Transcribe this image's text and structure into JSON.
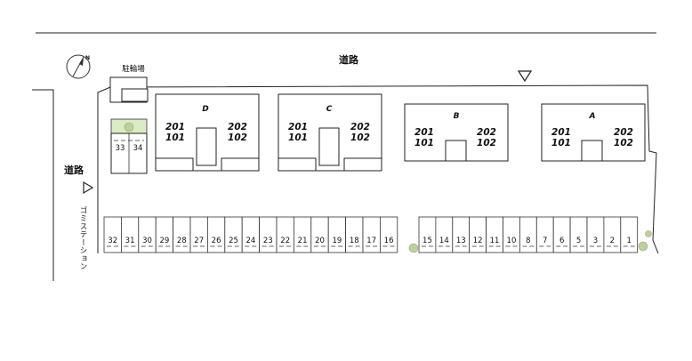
{
  "labels": {
    "road_top": "道路",
    "road_left": "道路",
    "bike_parking": "駐輪場",
    "garbage_station": "ゴミステーション",
    "compass_letter": "N"
  },
  "buildings": [
    {
      "name": "D",
      "units_top": [
        "201",
        "202"
      ],
      "units_bottom": [
        "101",
        "102"
      ]
    },
    {
      "name": "C",
      "units_top": [
        "201",
        "202"
      ],
      "units_bottom": [
        "101",
        "102"
      ]
    },
    {
      "name": "B",
      "units_top": [
        "201",
        "202"
      ],
      "units_bottom": [
        "101",
        "102"
      ]
    },
    {
      "name": "A",
      "units_top": [
        "201",
        "202"
      ],
      "units_bottom": [
        "101",
        "102"
      ]
    }
  ],
  "parking": {
    "row_left": [
      "32",
      "31",
      "30",
      "29",
      "28",
      "27",
      "26",
      "25",
      "24",
      "23",
      "22",
      "21",
      "20",
      "19",
      "18",
      "17",
      "16"
    ],
    "row_right": [
      "15",
      "14",
      "13",
      "12",
      "11",
      "10",
      "8",
      "7",
      "6",
      "5",
      "3",
      "2",
      "1"
    ],
    "small": [
      "33",
      "34"
    ]
  },
  "colors": {
    "line": "#222222",
    "green": "#d9ecc4",
    "tree": "#bfcf9a"
  }
}
